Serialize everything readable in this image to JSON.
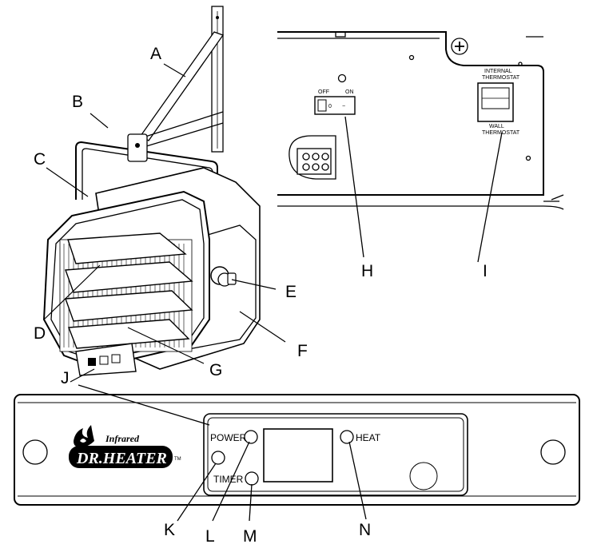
{
  "callouts": [
    {
      "id": "A",
      "label": "A",
      "part": "wall-mount-bracket"
    },
    {
      "id": "B",
      "label": "B",
      "part": "hanging-bracket"
    },
    {
      "id": "C",
      "label": "C",
      "part": "heater-housing"
    },
    {
      "id": "D",
      "label": "D",
      "part": "louvers"
    },
    {
      "id": "E",
      "label": "E",
      "part": "adjustment-knob"
    },
    {
      "id": "F",
      "label": "F",
      "part": "rear-housing"
    },
    {
      "id": "G",
      "label": "G",
      "part": "heating-element"
    },
    {
      "id": "H",
      "label": "H",
      "part": "power-switch"
    },
    {
      "id": "I",
      "label": "I",
      "part": "thermostat-selector"
    },
    {
      "id": "J",
      "label": "J",
      "part": "control-panel"
    },
    {
      "id": "K",
      "label": "K",
      "part": "control-knob"
    },
    {
      "id": "L",
      "label": "L",
      "part": "power-indicator"
    },
    {
      "id": "M",
      "label": "M",
      "part": "timer-indicator"
    },
    {
      "id": "N",
      "label": "N",
      "part": "heat-indicator"
    }
  ],
  "switch_panel": {
    "off_label": "OFF",
    "on_label": "ON",
    "switch_off_glyph": "0",
    "switch_on_glyph": "−",
    "internal_label": "INTERNAL",
    "thermostat_label": "THERMOSTAT",
    "wall_label": "WALL",
    "wall_thermostat_label": "THERMOSTAT"
  },
  "control_panel": {
    "power_label": "POWER",
    "timer_label": "TIMER",
    "heat_label": "HEAT"
  },
  "brand": {
    "infrared": "Infrared",
    "name": "DR.HEATER",
    "tm": "TM"
  },
  "icons": [
    "power-indicator-icon",
    "timer-indicator-icon",
    "heat-indicator-icon",
    "screw-icon",
    "flame-logo-icon"
  ]
}
